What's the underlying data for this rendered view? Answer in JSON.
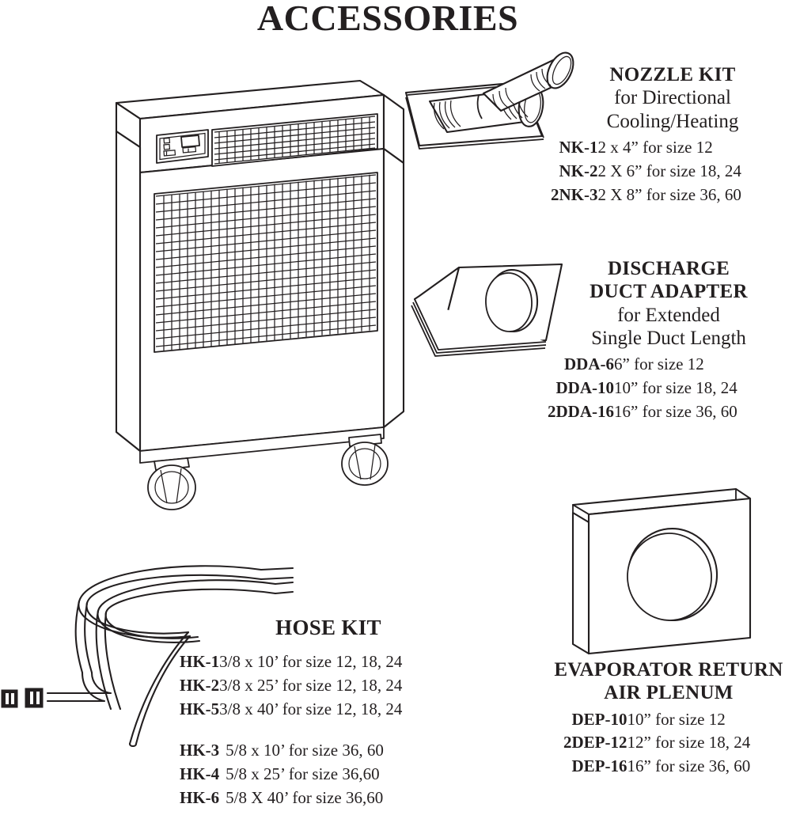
{
  "page": {
    "title": "ACCESSORIES"
  },
  "sections": [
    {
      "id": "nozzle-kit",
      "heading": "NOZZLE KIT",
      "subheading_lines": [
        "for Directional",
        "Cooling/Heating"
      ],
      "rows": [
        {
          "code": "NK-1",
          "desc": "2 x 4”  for size 12"
        },
        {
          "code": "NK-2",
          "desc": "2 X 6” for size 18, 24"
        },
        {
          "code": "2NK-3",
          "desc": "2 X 8” for size 36, 60"
        }
      ]
    },
    {
      "id": "discharge-duct-adapter",
      "heading_lines": [
        "DISCHARGE",
        "DUCT ADAPTER"
      ],
      "subheading_lines": [
        "for Extended",
        "Single Duct Length"
      ],
      "rows": [
        {
          "code": "DDA-6",
          "desc": "6”  for size 12"
        },
        {
          "code": "DDA-10",
          "desc": "10” for size 18, 24"
        },
        {
          "code": "2DDA-16",
          "desc": "16” for size 36, 60"
        }
      ]
    },
    {
      "id": "hose-kit",
      "heading": "HOSE KIT",
      "rows_group_a": [
        {
          "code": "HK-1",
          "desc": "3/8  x 10’ for size 12, 18, 24"
        },
        {
          "code": "HK-2",
          "desc": "3/8 x 25’ for size 12, 18, 24"
        },
        {
          "code": "HK-5",
          "desc": "3/8 x 40’  for size 12, 18, 24"
        }
      ],
      "rows_group_b": [
        {
          "code": "HK-3",
          "desc": "5/8 x 10’ for size 36, 60"
        },
        {
          "code": "HK-4",
          "desc": "5/8 x 25’ for size 36,60"
        },
        {
          "code": "HK-6",
          "desc": "5/8 X 40’ for size 36,60"
        }
      ]
    },
    {
      "id": "evaporator-return-air-plenum",
      "heading_lines": [
        "EVAPORATOR RETURN",
        "AIR PLENUM"
      ],
      "rows": [
        {
          "code": "DEP-10",
          "desc": "10” for size 12"
        },
        {
          "code": "2DEP-12",
          "desc": "12” for size 18, 24"
        },
        {
          "code": "DEP-16",
          "desc": "16” for size 36, 60"
        }
      ]
    }
  ],
  "illustrations": [
    {
      "id": "portable-air-conditioner-unit",
      "label": "portable air conditioner unit"
    },
    {
      "id": "nozzle-kit-drawing",
      "label": "two flexible nozzle ducts on base panel"
    },
    {
      "id": "duct-adapter-drawing",
      "label": "discharge duct adapter with round collar"
    },
    {
      "id": "hose-coil-drawing",
      "label": "coiled hose with two end couplings"
    },
    {
      "id": "plenum-drawing",
      "label": "return air plenum box with round opening"
    }
  ],
  "colors": {
    "ink": "#231f20",
    "background": "#ffffff"
  }
}
